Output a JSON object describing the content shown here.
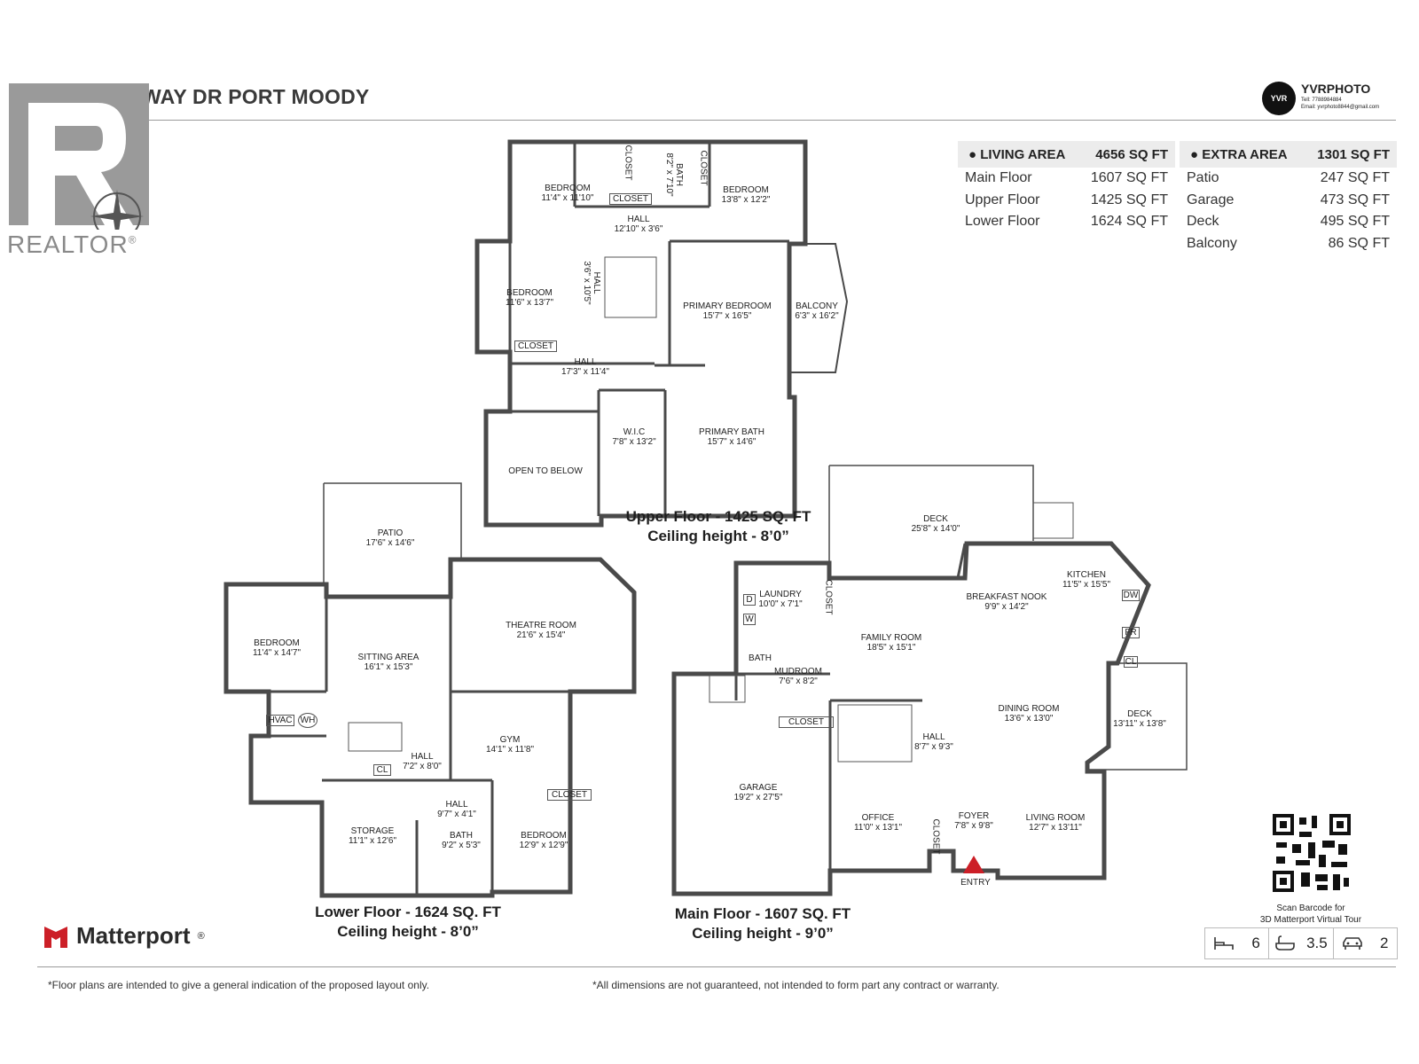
{
  "header": {
    "title": "23 FERNWAY DR PORT MOODY"
  },
  "realtor_logo": {
    "text": "REALTOR",
    "mark": "®"
  },
  "photographer": {
    "name": "YVRPHOTO",
    "badge": "YVR",
    "tel": "Tell: 7788984884",
    "email": "Email: yvrphoto8844@gmail.com"
  },
  "living_area": {
    "title": "LIVING AREA",
    "total": "4656 SQ FT",
    "rows": [
      {
        "label": "Main Floor",
        "value": "1607 SQ FT"
      },
      {
        "label": "Upper Floor",
        "value": "1425 SQ FT"
      },
      {
        "label": "Lower Floor",
        "value": "1624 SQ FT"
      }
    ]
  },
  "extra_area": {
    "title": "EXTRA AREA",
    "total": "1301 SQ FT",
    "rows": [
      {
        "label": "Patio",
        "value": "247 SQ FT"
      },
      {
        "label": "Garage",
        "value": "473 SQ FT"
      },
      {
        "label": "Deck",
        "value": "495 SQ FT"
      },
      {
        "label": "Balcony",
        "value": "86 SQ FT"
      }
    ]
  },
  "upper_floor": {
    "caption_line1": "Upper Floor - 1425 SQ. FT",
    "caption_line2": "Ceiling height - 8’0”",
    "rooms": [
      {
        "name": "BEDROOM",
        "dim": "11'4\" x 11'10\""
      },
      {
        "name": "BEDROOM",
        "dim": "13'8\" x 12'2\""
      },
      {
        "name": "BATH",
        "dim": "8'2\" x 7'10\""
      },
      {
        "name": "HALL",
        "dim": "12'10\" x 3'6\""
      },
      {
        "name": "BEDROOM",
        "dim": "11'6\" x 13'7\""
      },
      {
        "name": "HALL",
        "dim": "3'6\" x 10'5\""
      },
      {
        "name": "PRIMARY BEDROOM",
        "dim": "15'7\" x 16'5\""
      },
      {
        "name": "BALCONY",
        "dim": "6'3\" x 16'2\""
      },
      {
        "name": "HALL",
        "dim": "17'3\" x 11'4\""
      },
      {
        "name": "W.I.C",
        "dim": "7'8\" x 13'2\""
      },
      {
        "name": "PRIMARY BATH",
        "dim": "15'7\" x 14'6\""
      },
      {
        "name": "OPEN TO BELOW",
        "dim": ""
      }
    ],
    "closets": [
      "CLOSET",
      "CLOSET",
      "CLOSET",
      "CLOSET"
    ]
  },
  "lower_floor": {
    "caption_line1": "Lower Floor - 1624 SQ. FT",
    "caption_line2": "Ceiling height - 8’0”",
    "rooms": [
      {
        "name": "PATIO",
        "dim": "17'6\" x 14'6\""
      },
      {
        "name": "BEDROOM",
        "dim": "11'4\" x 14'7\""
      },
      {
        "name": "SITTING AREA",
        "dim": "16'1\" x 15'3\""
      },
      {
        "name": "THEATRE ROOM",
        "dim": "21'6\" x 15'4\""
      },
      {
        "name": "GYM",
        "dim": "14'1\" x 11'8\""
      },
      {
        "name": "HALL",
        "dim": "7'2\" x 8'0\""
      },
      {
        "name": "HALL",
        "dim": "9'7\" x 4'1\""
      },
      {
        "name": "STORAGE",
        "dim": "11'1\" x 12'6\""
      },
      {
        "name": "BATH",
        "dim": "9'2\" x 5'3\""
      },
      {
        "name": "BEDROOM",
        "dim": "12'9\" x 12'9\""
      }
    ],
    "tags": {
      "hvac": "HVAC",
      "wh": "WH",
      "cl": "CL",
      "closet": "CLOSET"
    }
  },
  "main_floor": {
    "caption_line1": "Main Floor - 1607 SQ. FT",
    "caption_line2": "Ceiling height - 9’0”",
    "rooms": [
      {
        "name": "DECK",
        "dim": "25'8\" x 14'0\""
      },
      {
        "name": "LAUNDRY",
        "dim": "10'0\" x 7'1\""
      },
      {
        "name": "KITCHEN",
        "dim": "11'5\" x 15'5\""
      },
      {
        "name": "BREAKFAST NOOK",
        "dim": "9'9\" x 14'2\""
      },
      {
        "name": "FAMILY ROOM",
        "dim": "18'5\" x 15'1\""
      },
      {
        "name": "MUDROOM",
        "dim": "7'6\" x 8'2\""
      },
      {
        "name": "DINING ROOM",
        "dim": "13'6\" x 13'0\""
      },
      {
        "name": "DECK",
        "dim": "13'11\" x 13'8\""
      },
      {
        "name": "HALL",
        "dim": "8'7\" x 9'3\""
      },
      {
        "name": "GARAGE",
        "dim": "19'2\" x 27'5\""
      },
      {
        "name": "OFFICE",
        "dim": "11'0\" x 13'1\""
      },
      {
        "name": "FOYER",
        "dim": "7'8\" x 9'8\""
      },
      {
        "name": "LIVING ROOM",
        "dim": "12'7\" x 13'11\""
      }
    ],
    "tags": {
      "bath": "BATH",
      "closet": "CLOSET",
      "closet2": "CLOSET",
      "closet3": "CLOSET",
      "d": "D",
      "w": "W",
      "dw": "DW",
      "fr": "FR",
      "cl": "CL",
      "entry": "ENTRY"
    }
  },
  "qr": {
    "caption_line1": "Scan Barcode for",
    "caption_line2": "3D Matterport Virtual Tour"
  },
  "stats": {
    "bedrooms": "6",
    "bathrooms": "3.5",
    "parking": "2"
  },
  "brand": {
    "name": "Matterport",
    "mark": "®"
  },
  "footer": {
    "left": "*Floor plans are intended to give a general indication of the proposed layout only.",
    "right": "*All dimensions are not guaranteed, not intended to form part any contract or warranty."
  },
  "colors": {
    "wall": "#4a4a4a",
    "accent_red": "#cc1f27",
    "panel_bg": "#ececec"
  }
}
